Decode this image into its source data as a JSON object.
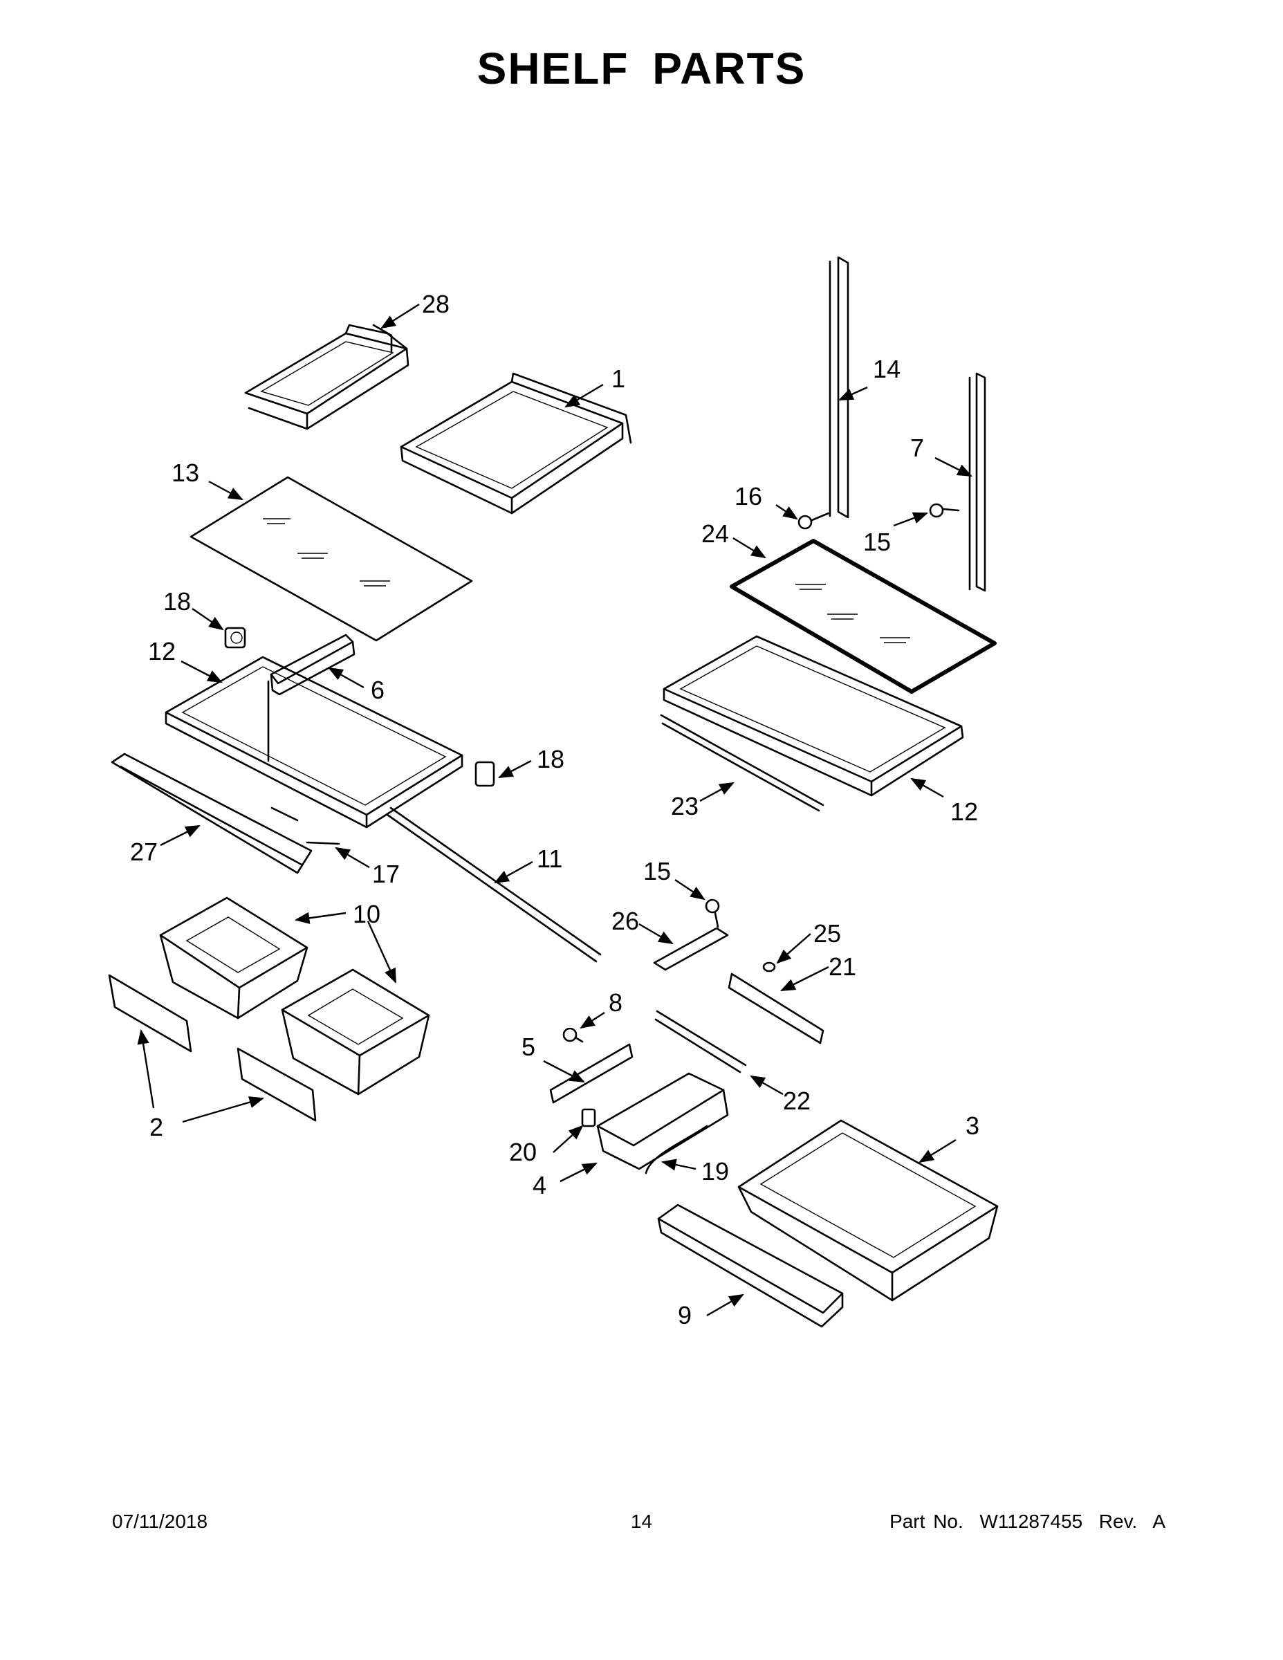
{
  "title": "SHELF PARTS",
  "footer": {
    "date": "07/11/2018",
    "page": "14",
    "part_number": "Part No.  W11287455  Rev.  A"
  },
  "callouts": {
    "c1": "1",
    "c2": "2",
    "c3": "3",
    "c4": "4",
    "c5": "5",
    "c6": "6",
    "c7": "7",
    "c8": "8",
    "c9": "9",
    "c10": "10",
    "c11": "11",
    "c12a": "12",
    "c12b": "12",
    "c13": "13",
    "c14": "14",
    "c15a": "15",
    "c15b": "15",
    "c16": "16",
    "c17": "17",
    "c18a": "18",
    "c18b": "18",
    "c19": "19",
    "c20": "20",
    "c21": "21",
    "c22": "22",
    "c23": "23",
    "c24": "24",
    "c25": "25",
    "c26": "26",
    "c27": "27",
    "c28": "28"
  }
}
